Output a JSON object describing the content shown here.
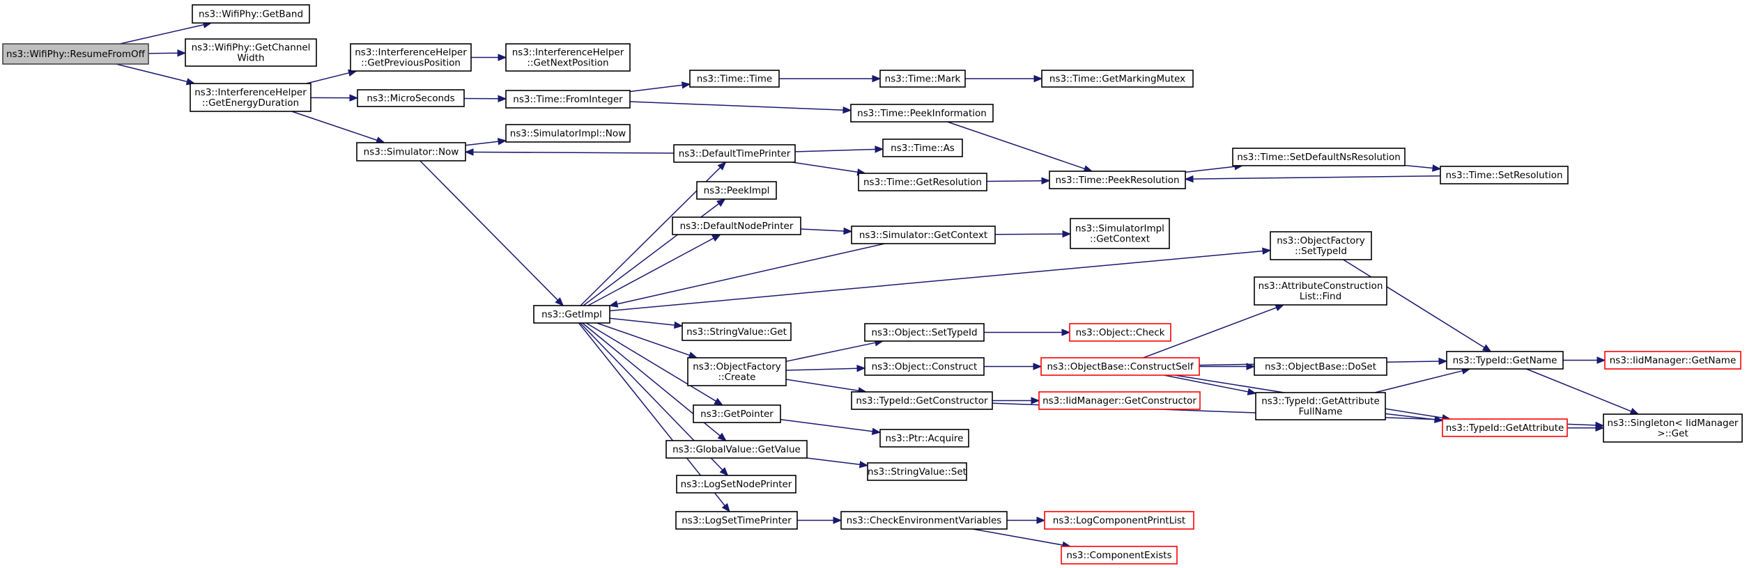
{
  "graph": {
    "colors": {
      "edge": "#191970",
      "root_fill": "#bfbfbf",
      "node_border": "#000000",
      "incomplete_border": "#ff0000"
    },
    "nodes": [
      {
        "id": "resume",
        "lines": [
          "ns3::WifiPhy::ResumeFromOff"
        ],
        "style": "root"
      },
      {
        "id": "getband",
        "lines": [
          "ns3::WifiPhy::GetBand"
        ]
      },
      {
        "id": "getchwidth",
        "lines": [
          "ns3::WifiPhy::GetChannel",
          "Width"
        ]
      },
      {
        "id": "ih_energy",
        "lines": [
          "ns3::InterferenceHelper",
          "::GetEnergyDuration"
        ]
      },
      {
        "id": "ih_prev",
        "lines": [
          "ns3::InterferenceHelper",
          "::GetPreviousPosition"
        ]
      },
      {
        "id": "ih_next",
        "lines": [
          "ns3::InterferenceHelper",
          "::GetNextPosition"
        ]
      },
      {
        "id": "microseconds",
        "lines": [
          "ns3::MicroSeconds"
        ]
      },
      {
        "id": "sim_now",
        "lines": [
          "ns3::Simulator::Now"
        ]
      },
      {
        "id": "simimpl_now",
        "lines": [
          "ns3::SimulatorImpl::Now"
        ]
      },
      {
        "id": "time_fromint",
        "lines": [
          "ns3::Time::FromInteger"
        ]
      },
      {
        "id": "time_time",
        "lines": [
          "ns3::Time::Time"
        ]
      },
      {
        "id": "time_mark",
        "lines": [
          "ns3::Time::Mark"
        ]
      },
      {
        "id": "time_mutex",
        "lines": [
          "ns3::Time::GetMarkingMutex"
        ]
      },
      {
        "id": "time_peekinfo",
        "lines": [
          "ns3::Time::PeekInformation"
        ]
      },
      {
        "id": "deftimeprinter",
        "lines": [
          "ns3::DefaultTimePrinter"
        ]
      },
      {
        "id": "time_as",
        "lines": [
          "ns3::Time::As"
        ]
      },
      {
        "id": "time_getres",
        "lines": [
          "ns3::Time::GetResolution"
        ]
      },
      {
        "id": "time_peekres",
        "lines": [
          "ns3::Time::PeekResolution"
        ]
      },
      {
        "id": "time_setdefres",
        "lines": [
          "ns3::Time::SetDefaultNsResolution"
        ]
      },
      {
        "id": "time_setres",
        "lines": [
          "ns3::Time::SetResolution"
        ]
      },
      {
        "id": "peekimpl",
        "lines": [
          "ns3::PeekImpl"
        ]
      },
      {
        "id": "defnodeprinter",
        "lines": [
          "ns3::DefaultNodePrinter"
        ]
      },
      {
        "id": "sim_getctx",
        "lines": [
          "ns3::Simulator::GetContext"
        ]
      },
      {
        "id": "simimpl_getctx",
        "lines": [
          "ns3::SimulatorImpl",
          "::GetContext"
        ]
      },
      {
        "id": "getimpl",
        "lines": [
          "ns3::GetImpl"
        ]
      },
      {
        "id": "of_settypeid",
        "lines": [
          "ns3::ObjectFactory",
          "::SetTypeId"
        ]
      },
      {
        "id": "attrlist_find",
        "lines": [
          "ns3::AttributeConstruction",
          "List::Find"
        ]
      },
      {
        "id": "stringvalue_get",
        "lines": [
          "ns3::StringValue::Get"
        ]
      },
      {
        "id": "obj_settypeid",
        "lines": [
          "ns3::Object::SetTypeId"
        ]
      },
      {
        "id": "obj_check",
        "lines": [
          "ns3::Object::Check"
        ],
        "style": "red"
      },
      {
        "id": "of_create",
        "lines": [
          "ns3::ObjectFactory",
          "::Create"
        ]
      },
      {
        "id": "obj_construct",
        "lines": [
          "ns3::Object::Construct"
        ]
      },
      {
        "id": "objbase_constructself",
        "lines": [
          "ns3::ObjectBase::ConstructSelf"
        ],
        "style": "red"
      },
      {
        "id": "objbase_doset",
        "lines": [
          "ns3::ObjectBase::DoSet"
        ]
      },
      {
        "id": "typeid_getname",
        "lines": [
          "ns3::TypeId::GetName"
        ]
      },
      {
        "id": "iid_getname",
        "lines": [
          "ns3::IidManager::GetName"
        ],
        "style": "red"
      },
      {
        "id": "typeid_getctor",
        "lines": [
          "ns3::TypeId::GetConstructor"
        ]
      },
      {
        "id": "iid_getctor",
        "lines": [
          "ns3::IidManager::GetConstructor"
        ],
        "style": "red"
      },
      {
        "id": "typeid_getattrfull",
        "lines": [
          "ns3::TypeId::GetAttribute",
          "FullName"
        ]
      },
      {
        "id": "typeid_getattr",
        "lines": [
          "ns3::TypeId::GetAttribute"
        ],
        "style": "red"
      },
      {
        "id": "singleton_get",
        "lines": [
          "ns3::Singleton< IidManager",
          " >::Get"
        ]
      },
      {
        "id": "getpointer",
        "lines": [
          "ns3::GetPointer"
        ]
      },
      {
        "id": "ptr_acquire",
        "lines": [
          "ns3::Ptr::Acquire"
        ]
      },
      {
        "id": "gv_getvalue",
        "lines": [
          "ns3::GlobalValue::GetValue"
        ]
      },
      {
        "id": "stringvalue_set",
        "lines": [
          "ns3::StringValue::Set"
        ]
      },
      {
        "id": "logsetnodeprinter",
        "lines": [
          "ns3::LogSetNodePrinter"
        ]
      },
      {
        "id": "logsettimeprinter",
        "lines": [
          "ns3::LogSetTimePrinter"
        ]
      },
      {
        "id": "checkenv",
        "lines": [
          "ns3::CheckEnvironmentVariables"
        ]
      },
      {
        "id": "logcompprint",
        "lines": [
          "ns3::LogComponentPrintList"
        ],
        "style": "red"
      },
      {
        "id": "compexists",
        "lines": [
          "ns3::ComponentExists"
        ],
        "style": "red"
      }
    ],
    "edges": [
      [
        "resume",
        "getband"
      ],
      [
        "resume",
        "getchwidth"
      ],
      [
        "resume",
        "ih_energy"
      ],
      [
        "ih_energy",
        "ih_prev"
      ],
      [
        "ih_energy",
        "microseconds"
      ],
      [
        "ih_energy",
        "sim_now"
      ],
      [
        "ih_prev",
        "ih_next"
      ],
      [
        "microseconds",
        "time_fromint"
      ],
      [
        "sim_now",
        "simimpl_now"
      ],
      [
        "sim_now",
        "getimpl"
      ],
      [
        "time_fromint",
        "time_time"
      ],
      [
        "time_fromint",
        "time_peekinfo"
      ],
      [
        "time_time",
        "time_mark"
      ],
      [
        "time_mark",
        "time_mutex"
      ],
      [
        "time_peekinfo",
        "time_peekres"
      ],
      [
        "deftimeprinter",
        "sim_now"
      ],
      [
        "deftimeprinter",
        "time_as"
      ],
      [
        "deftimeprinter",
        "time_getres"
      ],
      [
        "time_getres",
        "time_peekres"
      ],
      [
        "time_peekres",
        "time_setdefres"
      ],
      [
        "time_setdefres",
        "time_setres"
      ],
      [
        "time_setres",
        "time_peekres"
      ],
      [
        "getimpl",
        "deftimeprinter"
      ],
      [
        "getimpl",
        "peekimpl"
      ],
      [
        "getimpl",
        "defnodeprinter"
      ],
      [
        "defnodeprinter",
        "sim_getctx"
      ],
      [
        "sim_getctx",
        "simimpl_getctx"
      ],
      [
        "sim_getctx",
        "getimpl"
      ],
      [
        "getimpl",
        "of_settypeid"
      ],
      [
        "of_settypeid",
        "typeid_getname"
      ],
      [
        "getimpl",
        "stringvalue_get"
      ],
      [
        "getimpl",
        "of_create"
      ],
      [
        "of_create",
        "obj_settypeid"
      ],
      [
        "of_create",
        "obj_construct"
      ],
      [
        "of_create",
        "typeid_getctor"
      ],
      [
        "obj_settypeid",
        "obj_check"
      ],
      [
        "obj_construct",
        "objbase_constructself"
      ],
      [
        "objbase_constructself",
        "attrlist_find"
      ],
      [
        "objbase_constructself",
        "typeid_getname"
      ],
      [
        "objbase_constructself",
        "objbase_doset"
      ],
      [
        "objbase_constructself",
        "typeid_getattrfull"
      ],
      [
        "objbase_constructself",
        "typeid_getattr"
      ],
      [
        "typeid_getname",
        "iid_getname"
      ],
      [
        "typeid_getname",
        "singleton_get"
      ],
      [
        "typeid_getctor",
        "iid_getctor"
      ],
      [
        "typeid_getctor",
        "singleton_get"
      ],
      [
        "typeid_getattrfull",
        "typeid_getname"
      ],
      [
        "typeid_getattrfull",
        "typeid_getattr"
      ],
      [
        "typeid_getattr",
        "singleton_get"
      ],
      [
        "getimpl",
        "getpointer"
      ],
      [
        "getpointer",
        "ptr_acquire"
      ],
      [
        "getimpl",
        "gv_getvalue"
      ],
      [
        "gv_getvalue",
        "stringvalue_set"
      ],
      [
        "getimpl",
        "logsetnodeprinter"
      ],
      [
        "getimpl",
        "logsettimeprinter"
      ],
      [
        "logsettimeprinter",
        "checkenv"
      ],
      [
        "checkenv",
        "logcompprint"
      ],
      [
        "checkenv",
        "compexists"
      ]
    ]
  }
}
